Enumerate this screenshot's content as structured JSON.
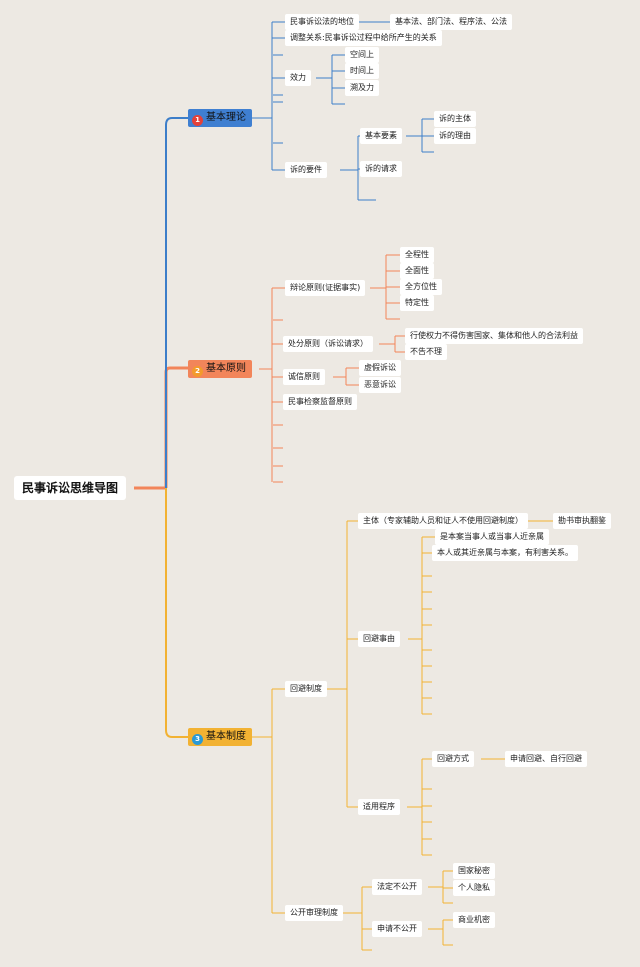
{
  "root": "民事诉讼思维导图",
  "colors": {
    "blue": "#3d7ec9",
    "orange": "#f2855a",
    "yellow": "#f2b233",
    "background": "#ede9e3"
  },
  "sections": {
    "s1": {
      "label": "基本理论",
      "badge": "1",
      "badge_color": "#e3413a",
      "fill": "#3f7fd1",
      "items": {
        "status": "民事诉讼法的地位",
        "status_detail": "基本法、部门法、程序法、公法",
        "adjust": "调整关系:民事诉讼过程中给所产生的关系",
        "effect": "效力",
        "effect_space": "空间上",
        "effect_time": "时间上",
        "effect_retro": "溯及力",
        "elements": "诉的要件",
        "basic_elements": "基本要素",
        "subject": "诉的主体",
        "reason": "诉的理由",
        "claim": "诉的请求"
      }
    },
    "s2": {
      "label": "基本原则",
      "badge": "2",
      "badge_color": "#f39a2b",
      "fill": "#f2855a",
      "items": {
        "debate": "辩论原则(证据事实)",
        "debate_1": "全程性",
        "debate_2": "全面性",
        "debate_3": "全方位性",
        "debate_4": "特定性",
        "disposal": "处分原则（诉讼请求）",
        "disposal_1": "行使权力不得伤害国家、集体和他人的合法利益",
        "disposal_2": "不告不理",
        "good_faith": "诚信原则",
        "good_faith_1": "虚假诉讼",
        "good_faith_2": "恶意诉讼",
        "supervision": "民事检察监督原则"
      }
    },
    "s3": {
      "label": "基本制度",
      "badge": "3",
      "badge_color": "#2a9ad6",
      "fill": "#f2b233",
      "items": {
        "recusal": "回避制度",
        "recusal_subject": "主体（专家辅助人员和证人不使用回避制度）",
        "recusal_subject_detail": "勘书审执翻鉴",
        "recusal_reason": "回避事由",
        "reason_1": "是本案当事人或当事人近亲属",
        "reason_2": "本人或其近亲属与本案，有利害关系。",
        "procedure": "适用程序",
        "method": "回避方式",
        "method_detail": "申请回避、自行回避",
        "public_trial": "公开审理制度",
        "legal_private": "法定不公开",
        "state_secret": "国家秘密",
        "privacy": "个人隐私",
        "apply_private": "申请不公开",
        "business_secret": "商业机密"
      }
    }
  }
}
